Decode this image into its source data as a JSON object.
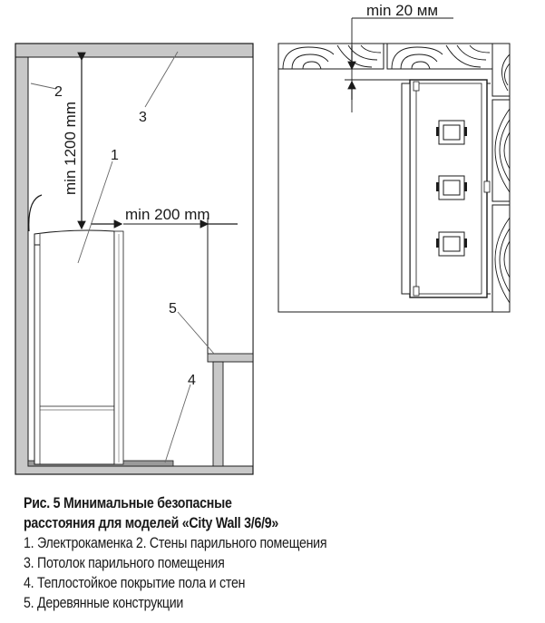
{
  "left_diagram": {
    "dim_vertical": "min 1200 mm",
    "dim_horizontal": "min 200 mm",
    "callouts": [
      "1",
      "2",
      "3",
      "4",
      "5"
    ]
  },
  "right_diagram": {
    "dim_top": "min 20 мм"
  },
  "caption": {
    "title_line1": "Рис. 5 Минимальные безопасные",
    "title_line2": "расстояния для моделей «City Wall 3/6/9»",
    "lines": [
      "1. Электрокаменка  2. Стены парильного помещения",
      "3. Потолок парильного помещения",
      "4. Теплостойкое покрытие пола и стен",
      "5. Деревянные конструкции"
    ]
  }
}
